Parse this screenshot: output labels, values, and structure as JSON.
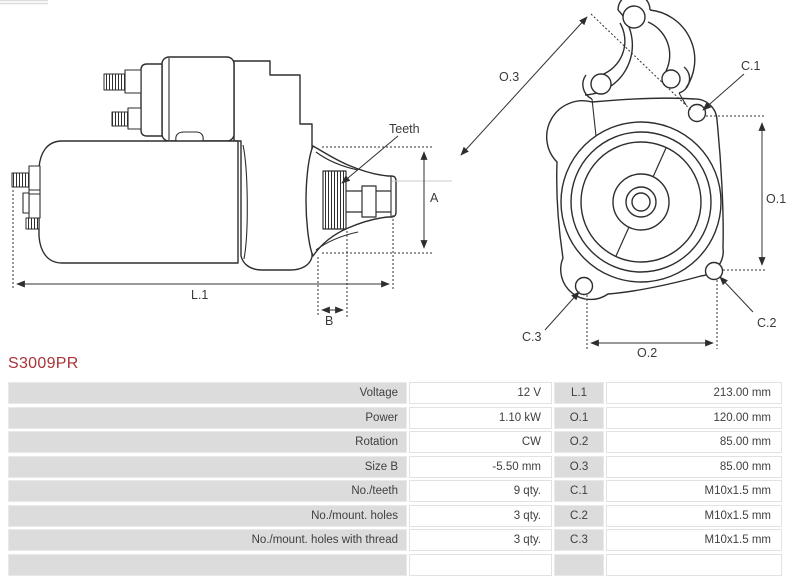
{
  "part_number": "S3009PR",
  "colors": {
    "part_number_text": "#a93438",
    "table_label_bg": "#dcdcdc",
    "table_text": "#3f3f3f",
    "drawing_line": "#2e2e2e"
  },
  "diagram": {
    "side_view": {
      "teeth_label": "Teeth",
      "dim_a": "A",
      "dim_l1": "L.1",
      "dim_b": "B"
    },
    "front_view": {
      "dim_o3": "O.3",
      "dim_c1": "C.1",
      "dim_o1": "O.1",
      "dim_c2": "C.2",
      "dim_c3": "C.3",
      "dim_o2": "O.2"
    }
  },
  "spec_table": {
    "rows": [
      {
        "label": "Voltage",
        "value": "12 V",
        "dim": "L.1",
        "dim_value": "213.00 mm"
      },
      {
        "label": "Power",
        "value": "1.10 kW",
        "dim": "O.1",
        "dim_value": "120.00 mm"
      },
      {
        "label": "Rotation",
        "value": "CW",
        "dim": "O.2",
        "dim_value": "85.00 mm"
      },
      {
        "label": "Size B",
        "value": "-5.50 mm",
        "dim": "O.3",
        "dim_value": "85.00 mm"
      },
      {
        "label": "No./teeth",
        "value": "9 qty.",
        "dim": "C.1",
        "dim_value": "M10x1.5 mm"
      },
      {
        "label": "No./mount. holes",
        "value": "3 qty.",
        "dim": "C.2",
        "dim_value": "M10x1.5 mm"
      },
      {
        "label": "No./mount. holes with thread",
        "value": "3 qty.",
        "dim": "C.3",
        "dim_value": "M10x1.5 mm"
      }
    ]
  }
}
